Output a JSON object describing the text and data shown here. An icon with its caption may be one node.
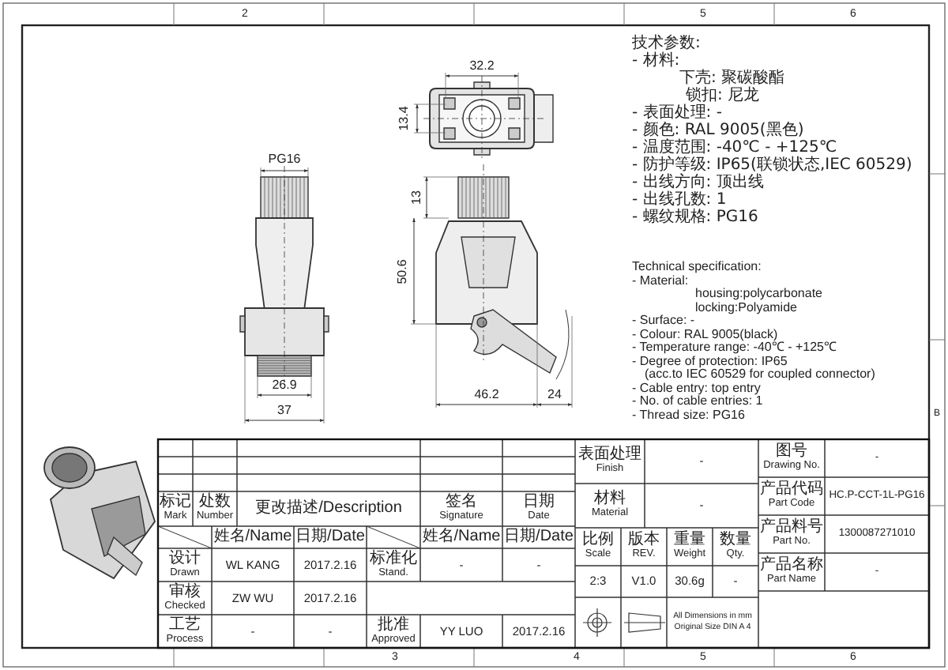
{
  "diagram": {
    "labels": [
      "2",
      "5",
      "6",
      "32.2",
      "13.4",
      "PG16",
      "13",
      "50.6",
      "26.9",
      "37",
      "46.2",
      "24",
      "技术参数:",
      "- 材料:",
      "下壳: 聚碳酸酯",
      "锁扣: 尼龙",
      "- 表面处理: -",
      "- 颜色: RAL 9005(黑色)",
      "- 温度范围: -40℃ - +125℃",
      "- 防护等级: IP65(联锁状态,IEC 60529)",
      "- 出线方向: 顶出线",
      "- 出线孔数: 1",
      "- 螺纹规格: PG16",
      "Technical specification:",
      "- Material:",
      "housing:polycarbonate",
      "locking:Polyamide",
      "- Surface: -",
      "- Colour: RAL 9005(black)",
      "- Temperature range: -40℃ - +125℃",
      "- Degree of protection: IP65",
      "(acc.to IEC 60529 for coupled connector)",
      "- Cable entry: top entry",
      "- No. of cable entries: 1",
      "- Thread size: PG16",
      "B",
      "标记",
      "Mark",
      "处数",
      "Number",
      "更改描述/Description",
      "签名",
      "Signature",
      "日期",
      "Date",
      "姓名/Name",
      "日期/Date",
      "姓名/Name",
      "日期/Date",
      "设计",
      "Drawn",
      "WL KANG",
      "2017.2.16",
      "标准化",
      "Stand.",
      "-",
      "-",
      "审核",
      "Checked",
      "ZW WU",
      "2017.2.16",
      "工艺",
      "Process",
      "-",
      "-",
      "批准",
      "Approved",
      "YY LUO",
      "2017.2.16",
      "表面处理",
      "Finish",
      "-",
      "材料",
      "Material",
      "-",
      "比例",
      "Scale",
      "版本",
      "REV.",
      "重量",
      "Weight",
      "数量",
      "Qty.",
      "2:3",
      "V1.0",
      "30.6g",
      "-",
      "All Dimensions in mm",
      "Original Size DIN A 4",
      "图号",
      "Drawing No.",
      "-",
      "产品代码",
      "Part Code",
      "HC.P-CCT-1L-PG16",
      "产品料号",
      "Part No.",
      "1300087271010",
      "产品名称",
      "Part Name",
      "-",
      "3",
      "4",
      "5",
      "6"
    ]
  }
}
